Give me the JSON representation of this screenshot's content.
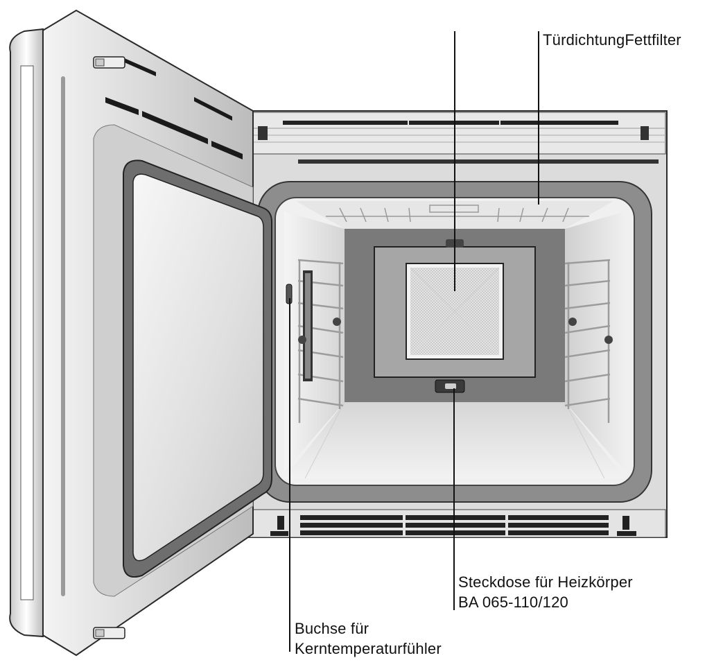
{
  "labels": {
    "seal_filter": "TürdichtungFettfilter",
    "socket_line1": "Steckdose für Heizkörper",
    "socket_line2": "BA 065-110/120",
    "jack_line1": "Buchse für",
    "jack_line2": "Kerntemperaturfühler"
  },
  "colors": {
    "cavity_dark": "#6f6f6f",
    "cavity_mid": "#9a9a9a",
    "cavity_light": "#e6e6e6",
    "frame": "#d2d2d2",
    "outline": "#2a2a2a"
  }
}
